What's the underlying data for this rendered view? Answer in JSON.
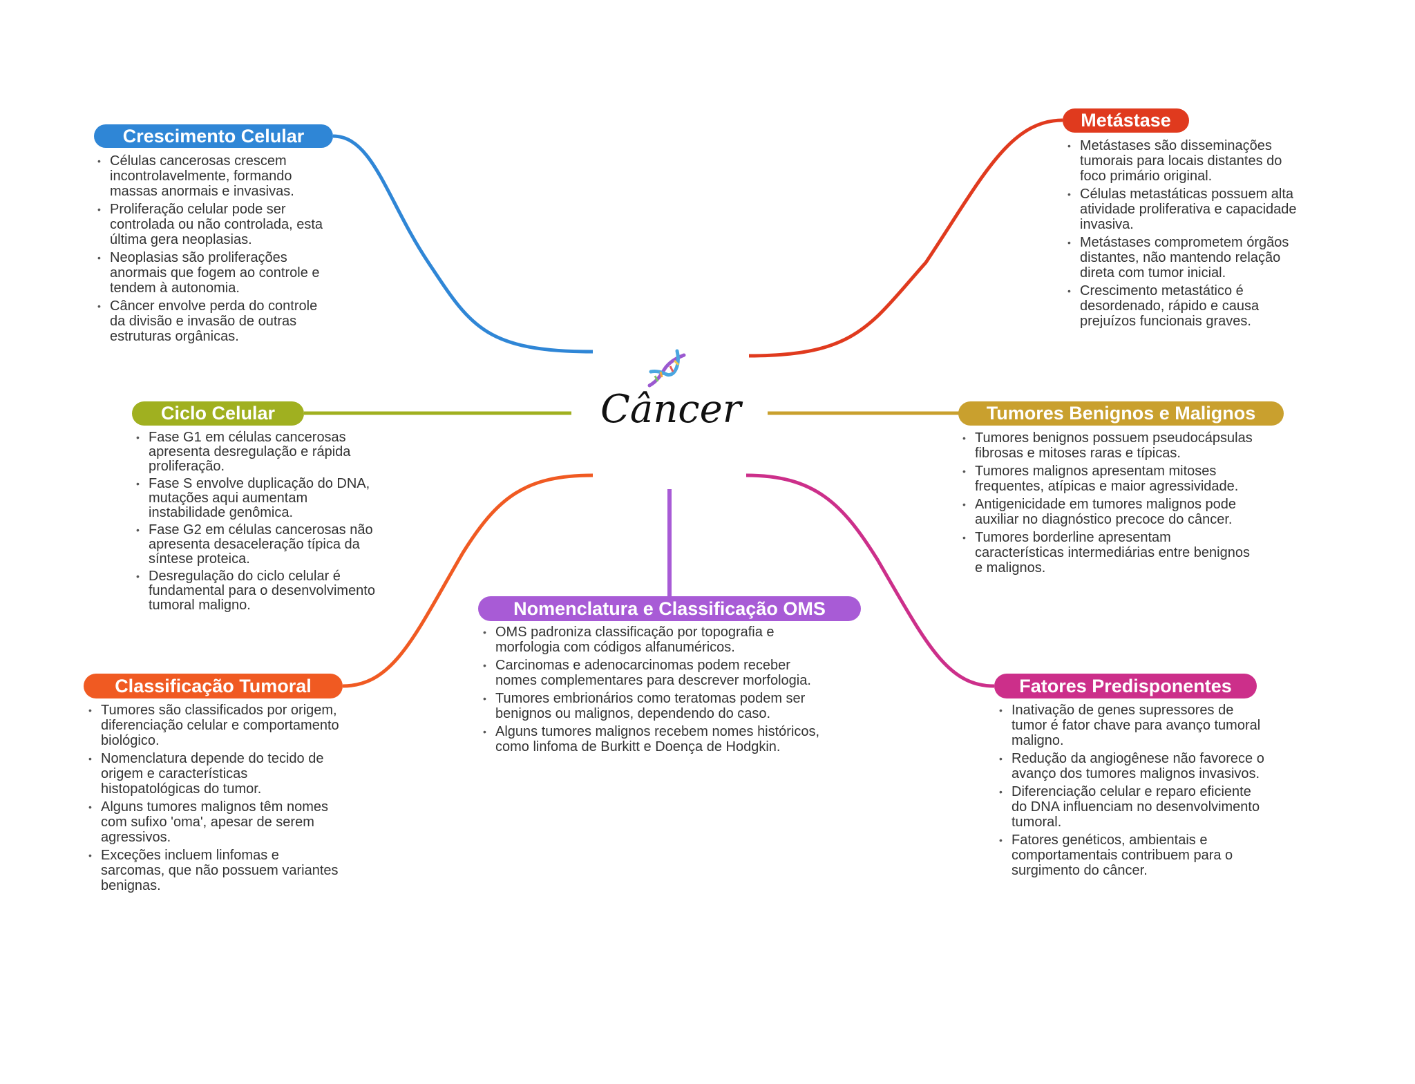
{
  "center": {
    "title": "Câncer",
    "icon": "dna-icon"
  },
  "branches": {
    "crescimento": {
      "title": "Crescimento Celular",
      "color": "#2f86d6",
      "items": [
        "Células cancerosas crescem incontrolavelmente, formando massas anormais e invasivas.",
        "Proliferação celular pode ser controlada ou não controlada, esta última gera neoplasias.",
        "Neoplasias são proliferações anormais que fogem ao controle e tendem à autonomia.",
        "Câncer envolve perda do controle da divisão e invasão de outras estruturas orgânicas."
      ]
    },
    "metastase": {
      "title": "Metástase",
      "color": "#e03a1e",
      "items": [
        "Metástases são disseminações tumorais para locais distantes do foco primário original.",
        "Células metastáticas possuem alta atividade proliferativa e capacidade invasiva.",
        "Metástases comprometem órgãos distantes, não mantendo relação direta com tumor inicial.",
        "Crescimento metastático é desordenado, rápido e causa prejuízos funcionais graves."
      ]
    },
    "ciclo": {
      "title": "Ciclo Celular",
      "color": "#a0b020",
      "items": [
        "Fase G1 em células cancerosas apresenta desregulação e rápida proliferação.",
        "Fase S envolve duplicação do DNA, mutações aqui aumentam instabilidade genômica.",
        "Fase G2 em células cancerosas não apresenta desaceleração típica da síntese proteica.",
        "Desregulação do ciclo celular é fundamental para o desenvolvimento tumoral maligno."
      ]
    },
    "tumores": {
      "title": "Tumores Benignos e Malignos",
      "color": "#c9a02e",
      "items": [
        "Tumores benignos possuem pseudocápsulas fibrosas e mitoses raras e típicas.",
        "Tumores malignos apresentam mitoses frequentes, atípicas e maior agressividade.",
        "Antigenicidade em tumores malignos pode auxiliar no diagnóstico precoce do câncer.",
        "Tumores borderline apresentam características intermediárias entre benignos e malignos."
      ]
    },
    "classificacao": {
      "title": "Classificação Tumoral",
      "color": "#f05a22",
      "items": [
        "Tumores são classificados por origem, diferenciação celular e comportamento biológico.",
        "Nomenclatura depende do tecido de origem e características histopatológicas do tumor.",
        "Alguns tumores malignos têm nomes com sufixo 'oma', apesar de serem agressivos.",
        "Exceções incluem linfomas e sarcomas, que não possuem variantes benignas."
      ]
    },
    "nomenclatura": {
      "title": "Nomenclatura e Classificação OMS",
      "color": "#a85bd6",
      "items": [
        "OMS padroniza classificação por topografia e morfologia com códigos alfanuméricos.",
        "Carcinomas e adenocarcinomas podem receber nomes complementares para descrever morfologia.",
        "Tumores embrionários como teratomas podem ser benignos ou malignos, dependendo do caso.",
        "Alguns tumores malignos recebem nomes históricos, como linfoma de Burkitt e Doença de Hodgkin."
      ]
    },
    "fatores": {
      "title": "Fatores Predisponentes",
      "color": "#cc2f8a",
      "items": [
        "Inativação de genes supressores de tumor é fator chave para avanço tumoral maligno.",
        "Redução da angiogênese não favorece o avanço dos tumores malignos invasivos.",
        "Diferenciação celular e reparo eficiente do DNA influenciam no desenvolvimento tumoral.",
        "Fatores genéticos, ambientais e comportamentais contribuem para o surgimento do câncer."
      ]
    }
  }
}
